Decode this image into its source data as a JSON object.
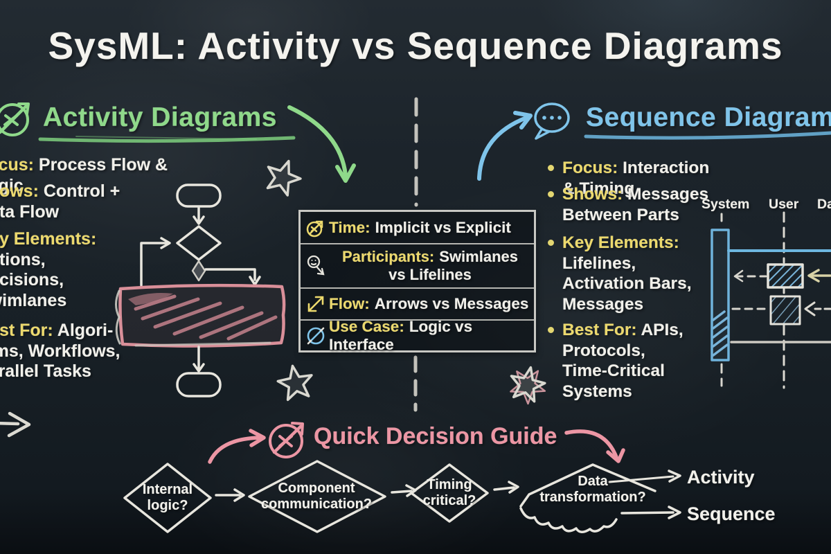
{
  "title": "SysML: Activity vs Sequence Diagrams",
  "colors": {
    "green": "#8fd98a",
    "blue": "#7fc4ea",
    "yellow": "#ecd96d",
    "pink": "#ec96a4",
    "rose_band": "#d98f99",
    "chalk": "#ecebe5"
  },
  "activity": {
    "heading": "Activity Diagrams",
    "bullets": [
      {
        "label": "Focus:",
        "text": "Process Flow & Logic"
      },
      {
        "label": "Shows:",
        "text": "Control +\nData Flow"
      },
      {
        "label": "Key Elements:",
        "text": "\nActions,\nDecisions,\nSwimlanes"
      },
      {
        "label": "Best For:",
        "text": "Algori-\nthms, Workflows,\nParallel Tasks"
      }
    ]
  },
  "sequence": {
    "heading": "Sequence Diagrams",
    "bullets": [
      {
        "label": "Focus:",
        "text": "Interaction & Timing"
      },
      {
        "label": "Shows:",
        "text": "Messages\nBetween Parts"
      },
      {
        "label": "Key Elements:",
        "text": "\nLifelines,\nActivation Bars,\nMessages"
      },
      {
        "label": "Best For:",
        "text": "APIs,\nProtocols,\nTime-Critical\nSystems"
      }
    ],
    "lifelines": [
      "System",
      "User",
      "Data"
    ]
  },
  "comparison": {
    "rows": [
      {
        "icon": "timer-arrow-icon",
        "label": "Time:",
        "text": "Implicit vs Explicit"
      },
      {
        "icon": "person-arrow-icon",
        "label": "Participants:",
        "text": "Swimlanes\nvs Lifelines"
      },
      {
        "icon": "diagonal-arrows-icon",
        "label": "Flow:",
        "text": "Arrows vs Messages"
      },
      {
        "icon": "circle-slash-icon",
        "label": "Use Case:",
        "text": "Logic vs Interface"
      }
    ]
  },
  "decision_guide": {
    "heading": "Quick Decision Guide",
    "steps": [
      "Internal\nlogic?",
      "Component\ncommunication?",
      "Timing\ncritical?",
      "Data\ntransformation?"
    ],
    "outcomes": [
      "Activity",
      "Sequence"
    ]
  }
}
